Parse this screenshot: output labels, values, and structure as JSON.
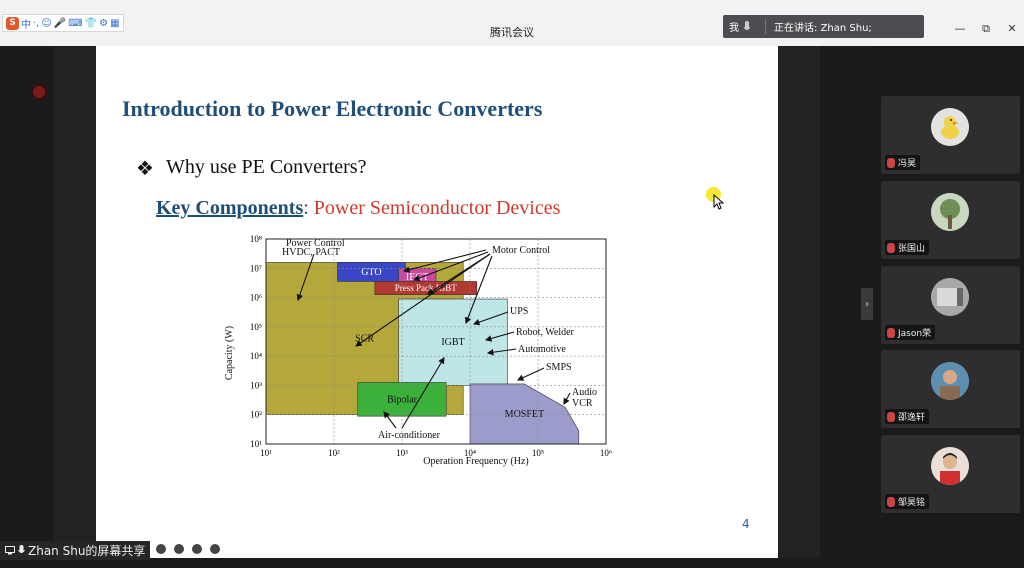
{
  "app_title": "腾讯会议",
  "ime_bar": {
    "logo": "S",
    "items": [
      "中",
      "·,",
      "☺",
      "🎤",
      "⌨",
      "👕",
      "⚙",
      "▦"
    ]
  },
  "speaker_bar": {
    "me_label": "我",
    "speaking": "正在讲话: Zhan Shu;"
  },
  "window_controls": [
    "—",
    "⧉",
    "✕"
  ],
  "slide": {
    "title": "Introduction to Power Electronic Converters",
    "bullet_glyph": "❖",
    "bullet": "Why use PE Converters?",
    "key_label": "Key Components",
    "colon": ":",
    "devices_label": " Power Semiconductor Devices",
    "page_number": "4"
  },
  "chart_data": {
    "type": "area",
    "xlabel": "Operation Frequency (Hz)",
    "ylabel": "Capacity (W)",
    "x_ticks": [
      "10¹",
      "10²",
      "10³",
      "10⁴",
      "10⁵",
      "10⁶"
    ],
    "y_ticks": [
      "10⁸",
      "10⁷",
      "10⁶",
      "10⁵",
      "10⁴",
      "10³",
      "10²",
      "10¹"
    ],
    "x_log_range": [
      1,
      6
    ],
    "y_log_range": [
      1,
      8
    ],
    "regions": [
      {
        "name": "SCR",
        "color": "#b5a83a",
        "x": [
          1.0,
          3.9
        ],
        "y": [
          2.0,
          7.2
        ]
      },
      {
        "name": "GTO",
        "color": "#3a46c8",
        "x": [
          2.05,
          3.05
        ],
        "y": [
          6.55,
          7.2
        ]
      },
      {
        "name": "IEGT",
        "color": "#cc4a9c",
        "x": [
          2.95,
          3.5
        ],
        "y": [
          6.4,
          7.0
        ]
      },
      {
        "name": "Press Pack IGBT",
        "color": "#b03a32",
        "x": [
          2.6,
          4.1
        ],
        "y": [
          6.1,
          6.55
        ]
      },
      {
        "name": "IGBT",
        "color": "#bfe6e6",
        "x": [
          2.95,
          4.55
        ],
        "y": [
          3.0,
          5.95
        ]
      },
      {
        "name": "Bipolar",
        "color": "#3bb03b",
        "x": [
          2.35,
          3.65
        ],
        "y": [
          1.95,
          3.1
        ]
      },
      {
        "name": "MOSFET",
        "color": "#9c9ccc",
        "x": [
          4.0,
          5.6
        ],
        "y": [
          1.0,
          3.05
        ]
      }
    ],
    "annotations": [
      "Power Control",
      "HVDC, PACT",
      "Motor Control",
      "UPS",
      "Robot, Welder",
      "Automotive",
      "SMPS",
      "Audio",
      "VCR",
      "Air-conditioner"
    ]
  },
  "participants": [
    {
      "name": "冯昊",
      "avatar": "duck"
    },
    {
      "name": "张国山",
      "avatar": "tree"
    },
    {
      "name": "Jason荣",
      "avatar": "photo"
    },
    {
      "name": "邵逸轩",
      "avatar": "person"
    },
    {
      "name": "邹昊铭",
      "avatar": "child"
    }
  ],
  "screen_share_label": "Zhan Shu的屏幕共享",
  "collapse_glyph": "›"
}
